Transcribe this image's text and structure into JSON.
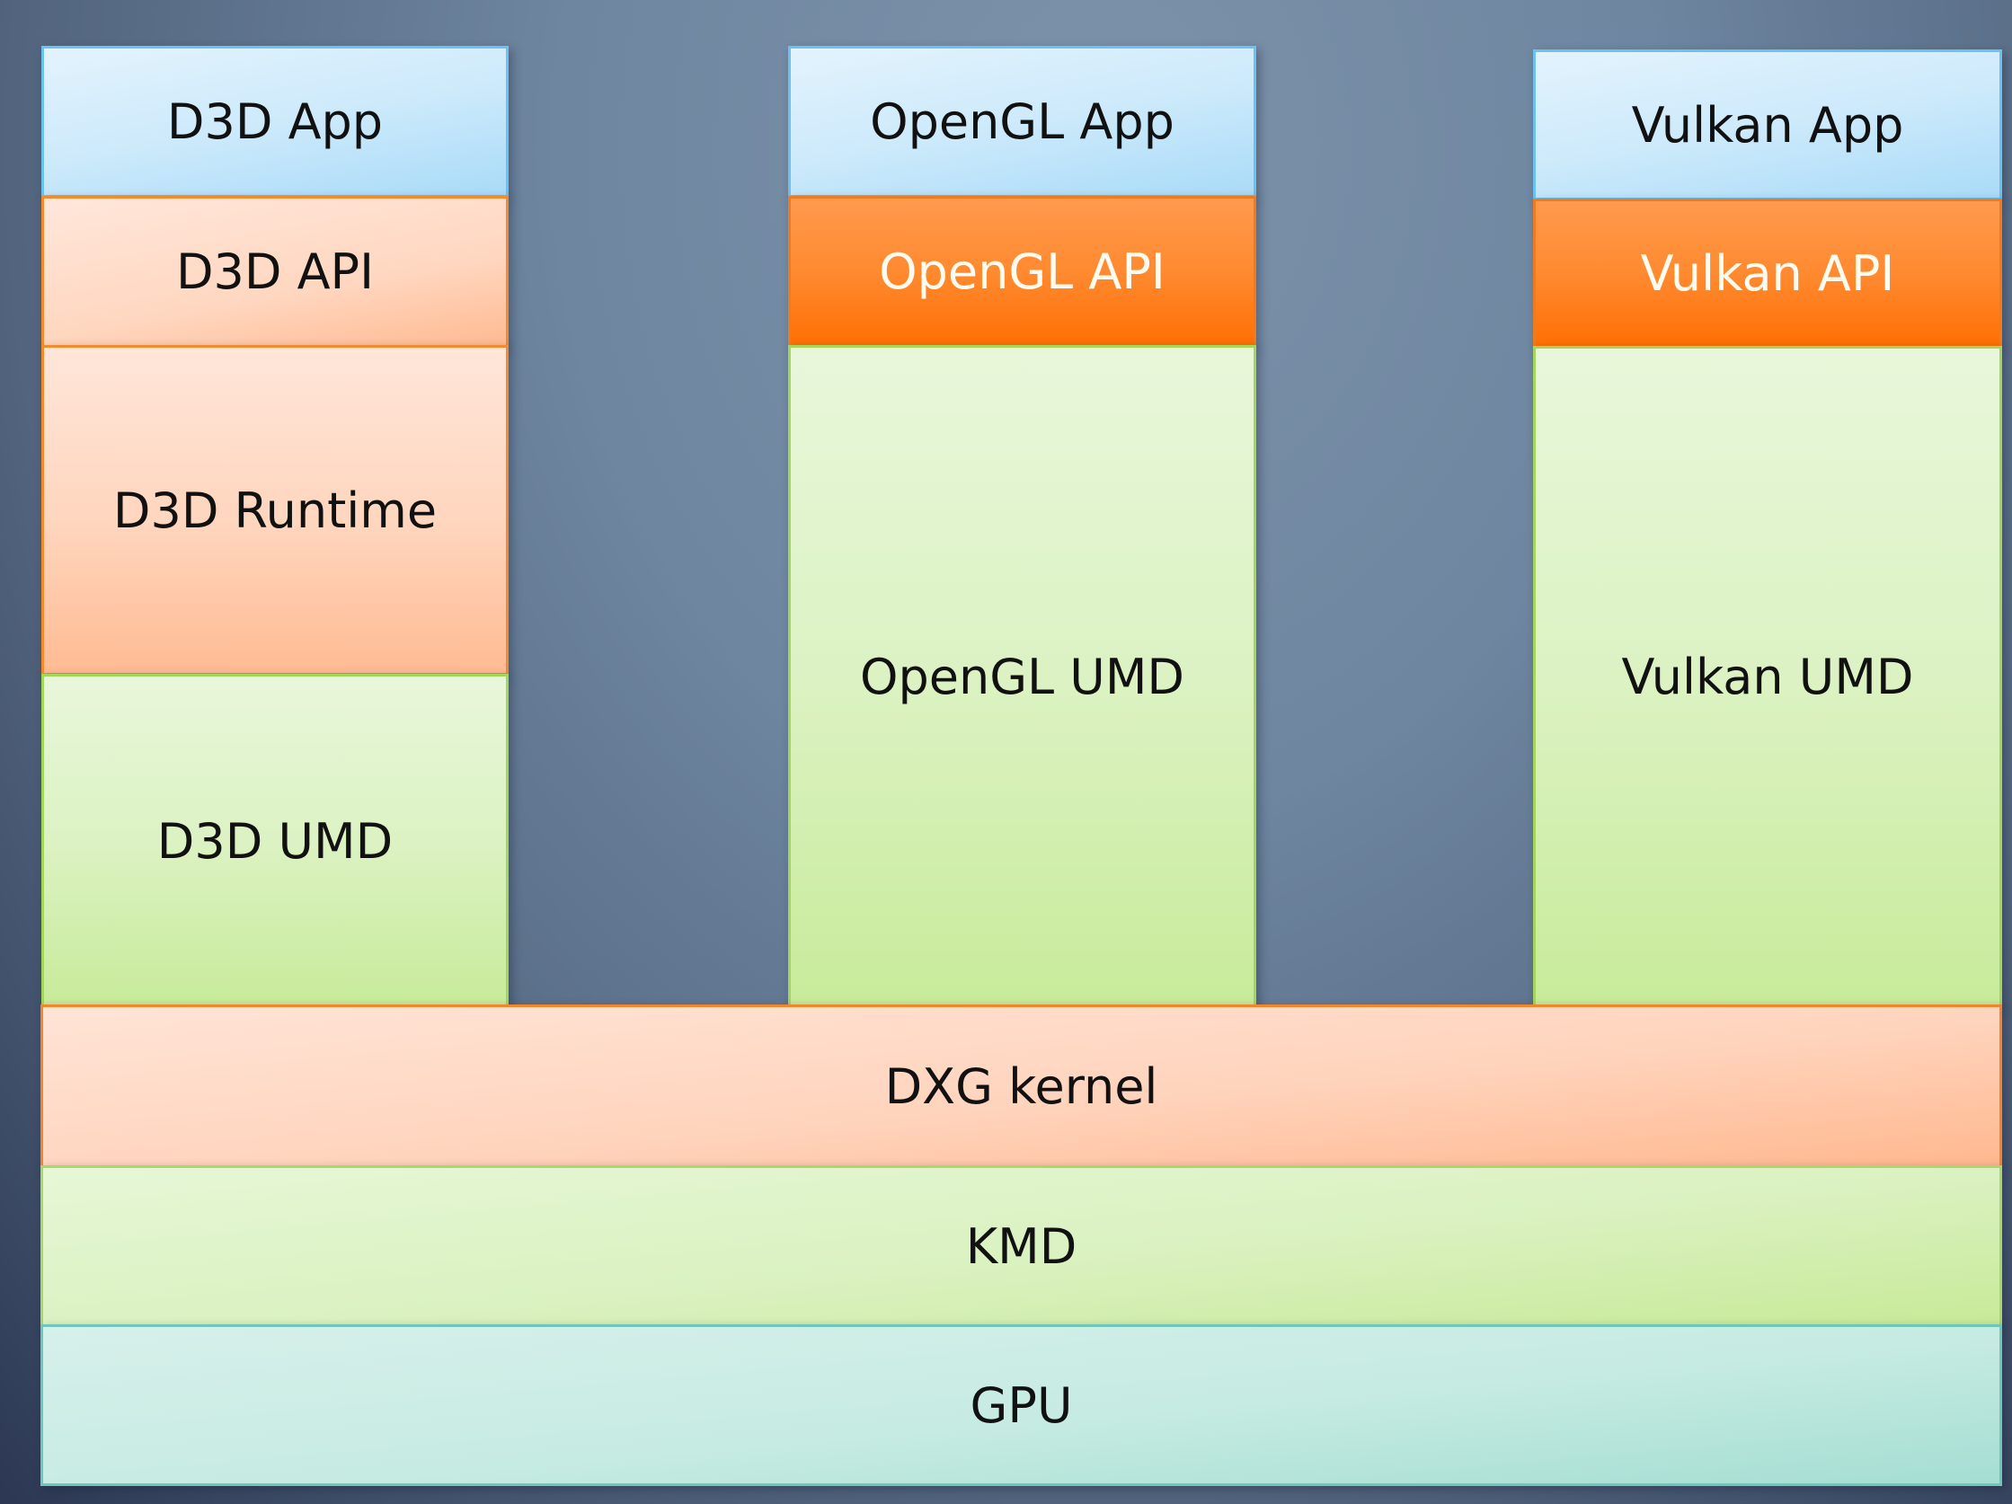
{
  "diagram": {
    "columns": [
      {
        "name": "d3d",
        "layers": [
          {
            "label": "D3D App",
            "kind": "app"
          },
          {
            "label": "D3D API",
            "kind": "api"
          },
          {
            "label": "D3D Runtime",
            "kind": "runtime"
          },
          {
            "label": "D3D UMD",
            "kind": "umd"
          }
        ]
      },
      {
        "name": "opengl",
        "layers": [
          {
            "label": "OpenGL App",
            "kind": "app"
          },
          {
            "label": "OpenGL API",
            "kind": "api"
          },
          {
            "label": "OpenGL UMD",
            "kind": "umd"
          }
        ]
      },
      {
        "name": "vulkan",
        "layers": [
          {
            "label": "Vulkan App",
            "kind": "app"
          },
          {
            "label": "Vulkan API",
            "kind": "api"
          },
          {
            "label": "Vulkan UMD",
            "kind": "umd"
          }
        ]
      }
    ],
    "shared_layers": [
      {
        "label": "DXG kernel",
        "kind": "kernel"
      },
      {
        "label": "KMD",
        "kind": "kmd"
      },
      {
        "label": "GPU",
        "kind": "gpu"
      }
    ]
  },
  "colors": {
    "app_fill": "#cdeafb",
    "app_border": "#6cc1ee",
    "d3d_api_fill": "#ffd7c0",
    "opengl_vulkan_api_fill": "#ff8a30",
    "runtime_fill": "#ffd5bd",
    "umd_fill": "#dcf2c3",
    "umd_border": "#a3d65a",
    "kernel_fill": "#ffd4bd",
    "kernel_border": "#f3862a",
    "kmd_fill": "#daf1c0",
    "gpu_fill": "#c6ebe2",
    "background": "#6e86a0"
  }
}
